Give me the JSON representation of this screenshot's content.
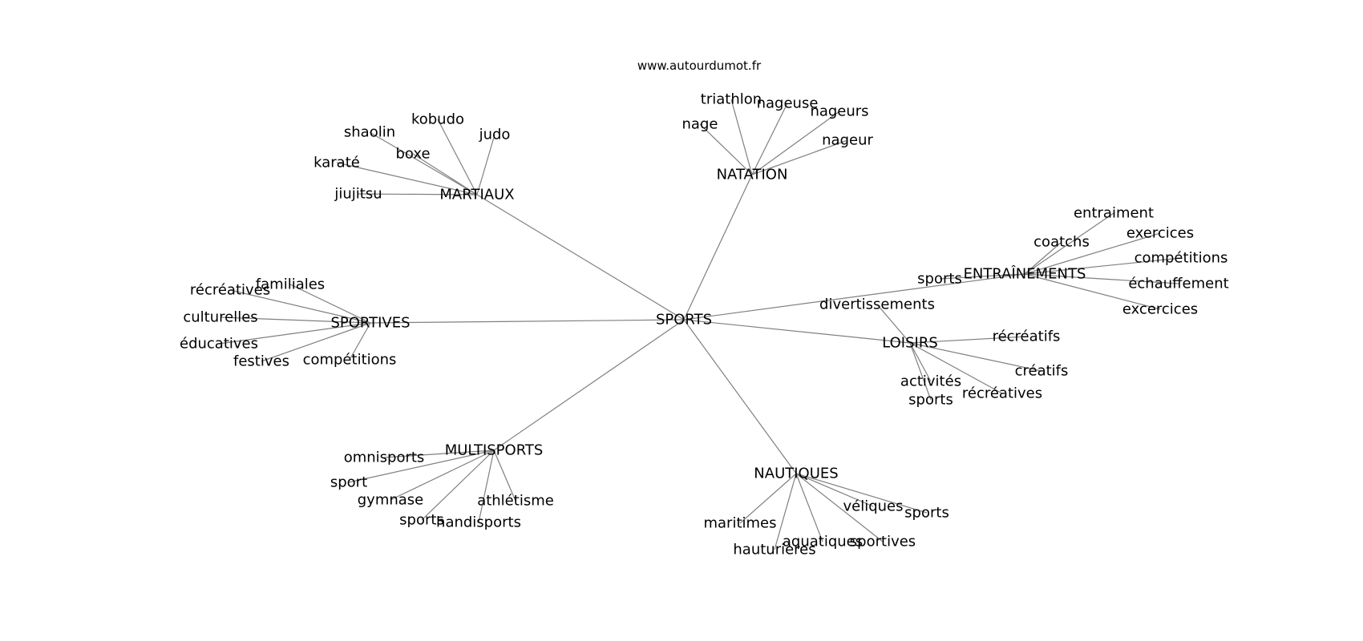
{
  "source": "www.autourdumot.fr",
  "center": {
    "id": "sports_center",
    "label": "SPORTS"
  },
  "nodes": [
    {
      "id": "martiaux",
      "label": "MARTIAUX"
    },
    {
      "id": "natation",
      "label": "NATATION"
    },
    {
      "id": "sportives_hub",
      "label": "SPORTIVES"
    },
    {
      "id": "entrainements",
      "label": "ENTRAÎNEMENTS"
    },
    {
      "id": "loisirs",
      "label": "LOISIRS"
    },
    {
      "id": "multisports",
      "label": "MULTISPORTS"
    },
    {
      "id": "nautiques",
      "label": "NAUTIQUES"
    },
    {
      "id": "kobudo",
      "label": "kobudo"
    },
    {
      "id": "shaolin",
      "label": "shaolin"
    },
    {
      "id": "judo",
      "label": "judo"
    },
    {
      "id": "boxe",
      "label": "boxe"
    },
    {
      "id": "karate",
      "label": "karaté"
    },
    {
      "id": "jiujitsu",
      "label": "jiujitsu"
    },
    {
      "id": "triathlon",
      "label": "triathlon"
    },
    {
      "id": "nageuse",
      "label": "nageuse"
    },
    {
      "id": "nageurs",
      "label": "nageurs"
    },
    {
      "id": "nage",
      "label": "nage"
    },
    {
      "id": "nageur",
      "label": "nageur"
    },
    {
      "id": "familiales",
      "label": "familiales"
    },
    {
      "id": "recreatives_s",
      "label": "récréatives"
    },
    {
      "id": "culturelles",
      "label": "culturelles"
    },
    {
      "id": "educatives",
      "label": "éducatives"
    },
    {
      "id": "festives",
      "label": "festives"
    },
    {
      "id": "competitions_s",
      "label": "compétitions"
    },
    {
      "id": "entraiment",
      "label": "entraiment"
    },
    {
      "id": "coatchs",
      "label": "coatchs"
    },
    {
      "id": "exercices",
      "label": "exercices"
    },
    {
      "id": "competitions_e",
      "label": "compétitions"
    },
    {
      "id": "sports_e",
      "label": "sports"
    },
    {
      "id": "echauffement",
      "label": "échauffement"
    },
    {
      "id": "excercices",
      "label": "excercices"
    },
    {
      "id": "divertissements",
      "label": "divertissements"
    },
    {
      "id": "recreatifs",
      "label": "récréatifs"
    },
    {
      "id": "creatifs",
      "label": "créatifs"
    },
    {
      "id": "activites",
      "label": "activités"
    },
    {
      "id": "sports_l",
      "label": "sports"
    },
    {
      "id": "recreatives_l",
      "label": "récréatives"
    },
    {
      "id": "omnisports",
      "label": "omnisports"
    },
    {
      "id": "sport_m",
      "label": "sport"
    },
    {
      "id": "gymnase",
      "label": "gymnase"
    },
    {
      "id": "athletisme",
      "label": "athlétisme"
    },
    {
      "id": "sports_m",
      "label": "sports"
    },
    {
      "id": "handisports",
      "label": "handisports"
    },
    {
      "id": "veliques",
      "label": "véliques"
    },
    {
      "id": "sports_n",
      "label": "sports"
    },
    {
      "id": "maritimes",
      "label": "maritimes"
    },
    {
      "id": "aquatiques",
      "label": "aquatiques"
    },
    {
      "id": "sportives_n",
      "label": "sportives"
    },
    {
      "id": "hauturieres",
      "label": "hauturières"
    }
  ],
  "edges": [
    [
      "sports_center",
      "martiaux"
    ],
    [
      "sports_center",
      "natation"
    ],
    [
      "sports_center",
      "sportives_hub"
    ],
    [
      "sports_center",
      "entrainements"
    ],
    [
      "sports_center",
      "loisirs"
    ],
    [
      "sports_center",
      "multisports"
    ],
    [
      "sports_center",
      "nautiques"
    ],
    [
      "martiaux",
      "kobudo"
    ],
    [
      "martiaux",
      "shaolin"
    ],
    [
      "martiaux",
      "judo"
    ],
    [
      "martiaux",
      "boxe"
    ],
    [
      "martiaux",
      "karate"
    ],
    [
      "martiaux",
      "jiujitsu"
    ],
    [
      "natation",
      "triathlon"
    ],
    [
      "natation",
      "nageuse"
    ],
    [
      "natation",
      "nageurs"
    ],
    [
      "natation",
      "nage"
    ],
    [
      "natation",
      "nageur"
    ],
    [
      "sportives_hub",
      "familiales"
    ],
    [
      "sportives_hub",
      "recreatives_s"
    ],
    [
      "sportives_hub",
      "culturelles"
    ],
    [
      "sportives_hub",
      "educatives"
    ],
    [
      "sportives_hub",
      "festives"
    ],
    [
      "sportives_hub",
      "competitions_s"
    ],
    [
      "entrainements",
      "entraiment"
    ],
    [
      "entrainements",
      "coatchs"
    ],
    [
      "entrainements",
      "exercices"
    ],
    [
      "entrainements",
      "competitions_e"
    ],
    [
      "entrainements",
      "sports_e"
    ],
    [
      "entrainements",
      "echauffement"
    ],
    [
      "entrainements",
      "excercices"
    ],
    [
      "loisirs",
      "divertissements"
    ],
    [
      "loisirs",
      "recreatifs"
    ],
    [
      "loisirs",
      "creatifs"
    ],
    [
      "loisirs",
      "activites"
    ],
    [
      "loisirs",
      "sports_l"
    ],
    [
      "loisirs",
      "recreatives_l"
    ],
    [
      "multisports",
      "omnisports"
    ],
    [
      "multisports",
      "sport_m"
    ],
    [
      "multisports",
      "gymnase"
    ],
    [
      "multisports",
      "athletisme"
    ],
    [
      "multisports",
      "sports_m"
    ],
    [
      "multisports",
      "handisports"
    ],
    [
      "nautiques",
      "veliques"
    ],
    [
      "nautiques",
      "sports_n"
    ],
    [
      "nautiques",
      "maritimes"
    ],
    [
      "nautiques",
      "aquatiques"
    ],
    [
      "nautiques",
      "sportives_n"
    ],
    [
      "nautiques",
      "hauturieres"
    ]
  ]
}
